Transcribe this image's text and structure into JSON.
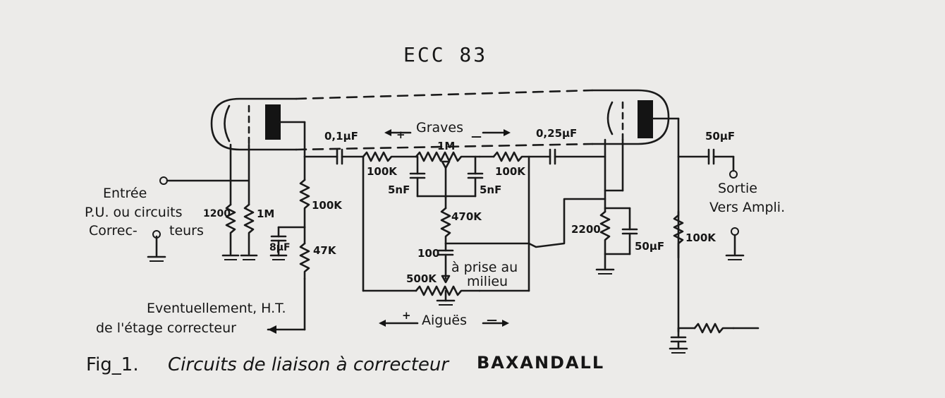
{
  "title": "ECC 83",
  "caption": {
    "fig": "Fig_1.",
    "text": "Circuits de liaison à correcteur",
    "name": "BAXANDALL"
  },
  "labels": {
    "input": [
      "Entrée",
      "P.U. ou circuits",
      "Correc-",
      "teurs"
    ],
    "output": [
      "Sortie",
      "Vers Ampli."
    ],
    "graves": "Graves",
    "aigues": "Aiguës",
    "prise": [
      "à prise au",
      "milieu"
    ],
    "ht": [
      "Eventuellement, H.T.",
      "de l'étage correcteur"
    ]
  },
  "components": {
    "c_in_left": "0,1µF",
    "c_in_right": "0,25µF",
    "c_out": "50µF",
    "r_grid_left": "1200",
    "r_grid_left_1m": "1M",
    "r_anode": "100K",
    "c_decoupling": "8µF",
    "r_decoupling": "47K",
    "r_bass_left": "100K",
    "pot_bass": "1M",
    "r_bass_right": "100K",
    "c_bass_left": "5nF",
    "c_bass_right": "5nF",
    "r_mid": "470K",
    "c_treble": "100",
    "pot_treble": "500K",
    "r_cathode_right": "2200",
    "c_cathode_right": "50µF",
    "r_anode_right": "100K"
  },
  "signs": {
    "plus": "+",
    "minus": "—"
  }
}
